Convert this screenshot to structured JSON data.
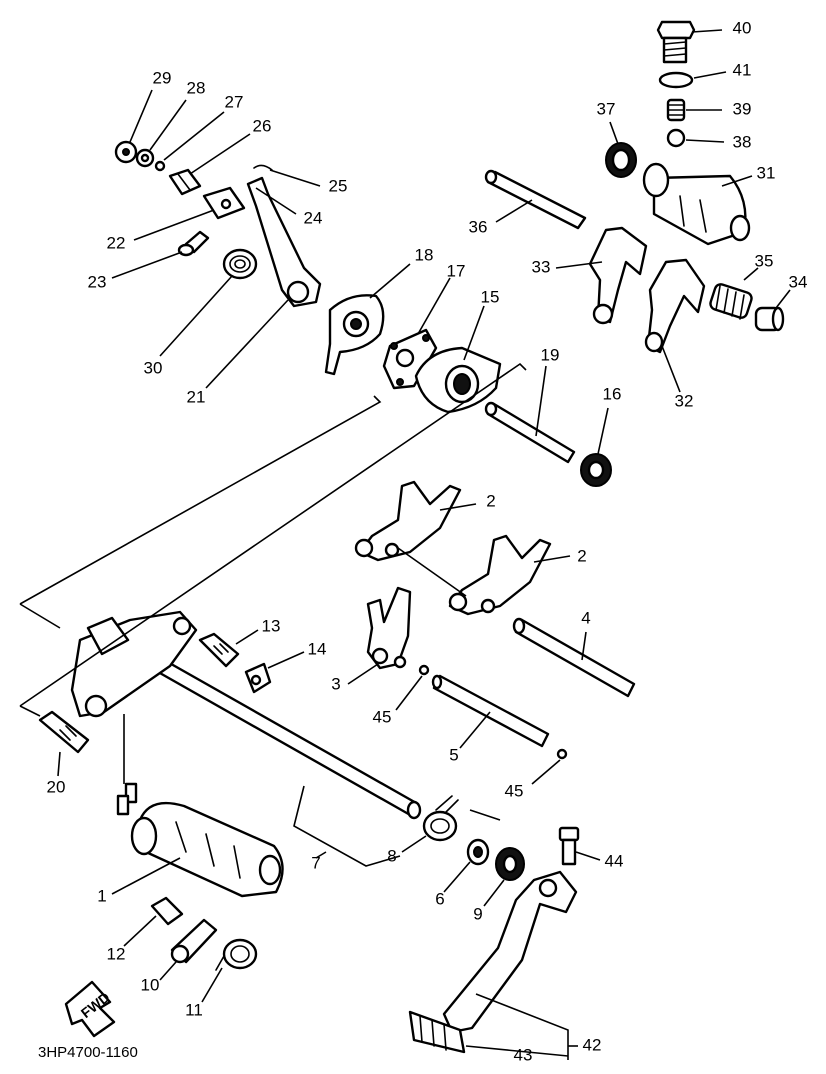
{
  "figure": {
    "reference_code": "3HP4700-1160",
    "direction_arrow_label": "FWD"
  },
  "callouts": [
    {
      "id": "c40",
      "label": "40"
    },
    {
      "id": "c41",
      "label": "41"
    },
    {
      "id": "c37",
      "label": "37"
    },
    {
      "id": "c39",
      "label": "39"
    },
    {
      "id": "c38",
      "label": "38"
    },
    {
      "id": "c31",
      "label": "31"
    },
    {
      "id": "c29",
      "label": "29"
    },
    {
      "id": "c28",
      "label": "28"
    },
    {
      "id": "c27",
      "label": "27"
    },
    {
      "id": "c26",
      "label": "26"
    },
    {
      "id": "c25",
      "label": "25"
    },
    {
      "id": "c24",
      "label": "24"
    },
    {
      "id": "c22",
      "label": "22"
    },
    {
      "id": "c23",
      "label": "23"
    },
    {
      "id": "c36",
      "label": "36"
    },
    {
      "id": "c33",
      "label": "33"
    },
    {
      "id": "c35",
      "label": "35"
    },
    {
      "id": "c34",
      "label": "34"
    },
    {
      "id": "c18",
      "label": "18"
    },
    {
      "id": "c17",
      "label": "17"
    },
    {
      "id": "c15",
      "label": "15"
    },
    {
      "id": "c30",
      "label": "30"
    },
    {
      "id": "c21",
      "label": "21"
    },
    {
      "id": "c19",
      "label": "19"
    },
    {
      "id": "c32",
      "label": "32"
    },
    {
      "id": "c16",
      "label": "16"
    },
    {
      "id": "c2a",
      "label": "2"
    },
    {
      "id": "c2b",
      "label": "2"
    },
    {
      "id": "c13",
      "label": "13"
    },
    {
      "id": "c14",
      "label": "14"
    },
    {
      "id": "c4",
      "label": "4"
    },
    {
      "id": "c3",
      "label": "3"
    },
    {
      "id": "c45a",
      "label": "45"
    },
    {
      "id": "c20",
      "label": "20"
    },
    {
      "id": "c5",
      "label": "5"
    },
    {
      "id": "c45b",
      "label": "45"
    },
    {
      "id": "c7",
      "label": "7"
    },
    {
      "id": "c8",
      "label": "8"
    },
    {
      "id": "c44",
      "label": "44"
    },
    {
      "id": "c1",
      "label": "1"
    },
    {
      "id": "c6",
      "label": "6"
    },
    {
      "id": "c9",
      "label": "9"
    },
    {
      "id": "c12",
      "label": "12"
    },
    {
      "id": "c10",
      "label": "10"
    },
    {
      "id": "c11",
      "label": "11"
    },
    {
      "id": "c42",
      "label": "42"
    },
    {
      "id": "c43",
      "label": "43"
    }
  ]
}
